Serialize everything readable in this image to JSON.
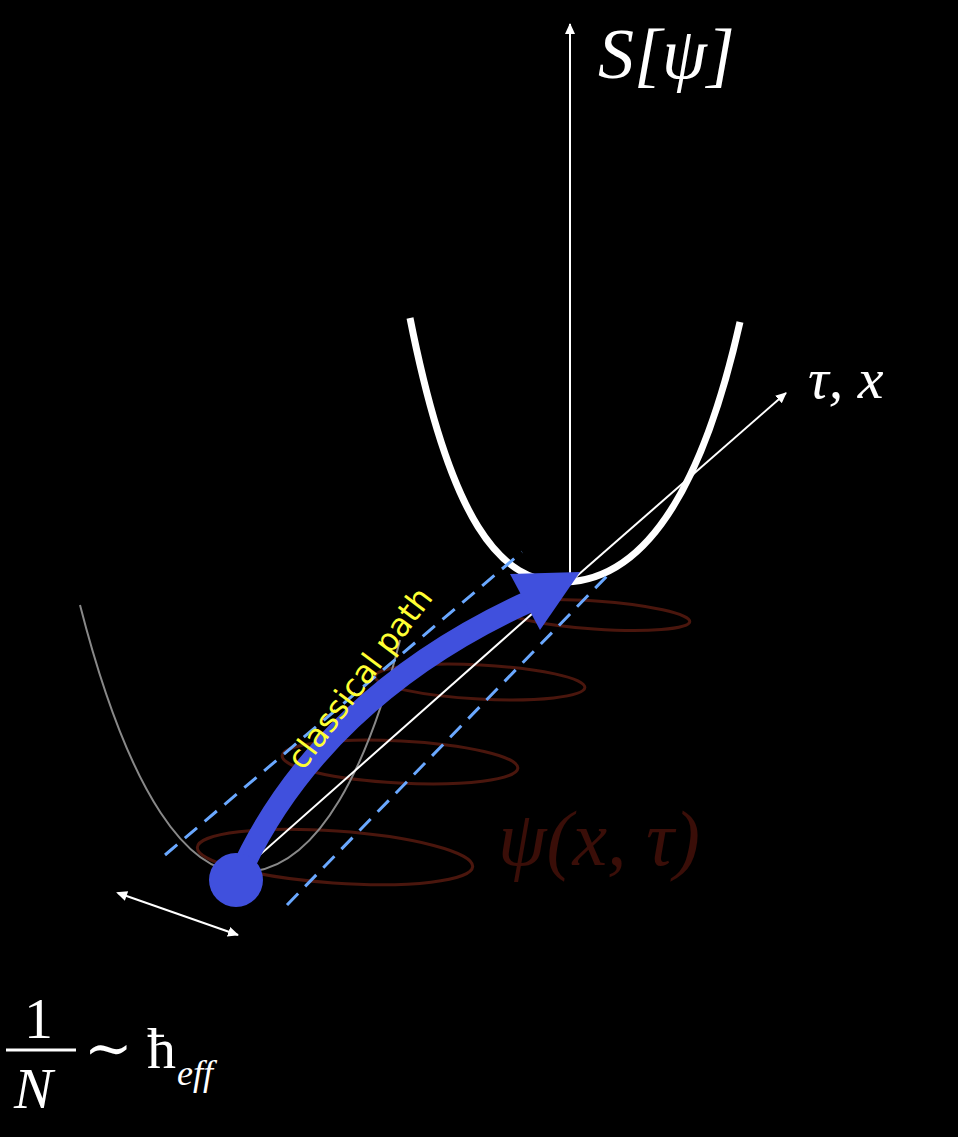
{
  "diagram": {
    "labels": [
      "S[ψ]",
      "τ, x",
      "classical path",
      "ψ(x, τ)",
      "1",
      "N",
      "∼ ħ",
      "eff"
    ]
  }
}
